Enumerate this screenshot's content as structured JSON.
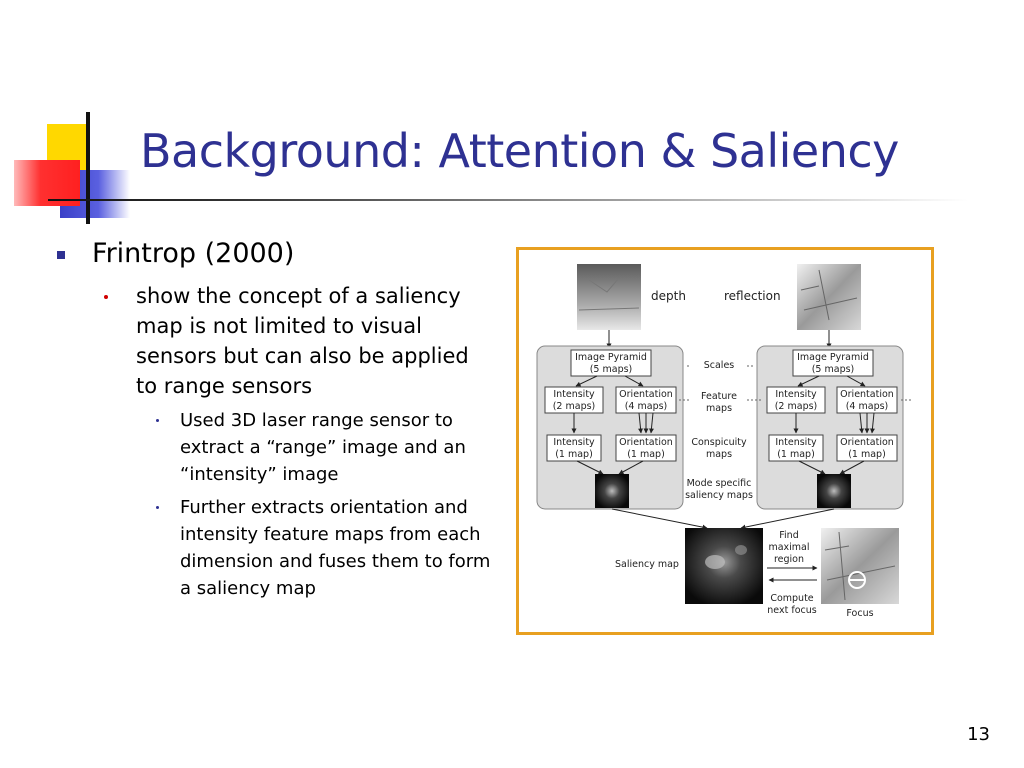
{
  "slide": {
    "title": "Background: Attention & Saliency",
    "page_number": "13"
  },
  "content": {
    "bullet_1": "Frintrop (2000)",
    "sub_bullet_1": "show the concept of a saliency map is not limited to visual sensors but can also be applied to range sensors",
    "sub_sub_bullets": [
      "Used 3D laser range sensor to extract a “range” image and an “intensity” image",
      "Further extracts orientation and intensity feature maps from each dimension and fuses them to form a saliency map"
    ]
  },
  "figure": {
    "depth_label": "depth",
    "reflection_label": "reflection",
    "left_pyramid": {
      "image_pyramid": [
        "Image Pyramid",
        "(5 maps)"
      ],
      "intensity_feature": [
        "Intensity",
        "(2 maps)"
      ],
      "orientation_feature": [
        "Orientation",
        "(4 maps)"
      ],
      "intensity_consp": [
        "Intensity",
        "(1 map)"
      ],
      "orientation_consp": [
        "Orientation",
        "(1 map)"
      ]
    },
    "right_pyramid": {
      "image_pyramid": [
        "Image Pyramid",
        "(5 maps)"
      ],
      "intensity_feature": [
        "Intensity",
        "(2 maps)"
      ],
      "orientation_feature": [
        "Orientation",
        "(4 maps)"
      ],
      "intensity_consp": [
        "Intensity",
        "(1 map)"
      ],
      "orientation_consp": [
        "Orientation",
        "(1 map)"
      ]
    },
    "scales_label": "Scales",
    "feature_maps_label": [
      "Feature",
      "maps"
    ],
    "conspicuity_maps_label": [
      "Conspicuity",
      "maps"
    ],
    "mode_specific_label": [
      "Mode specific",
      "saliency maps"
    ],
    "saliency_map_label": "Saliency map",
    "find_label": [
      "Find",
      "maximal",
      "region"
    ],
    "compute_label": [
      "Compute",
      "next focus"
    ],
    "focus_label": "Focus"
  }
}
